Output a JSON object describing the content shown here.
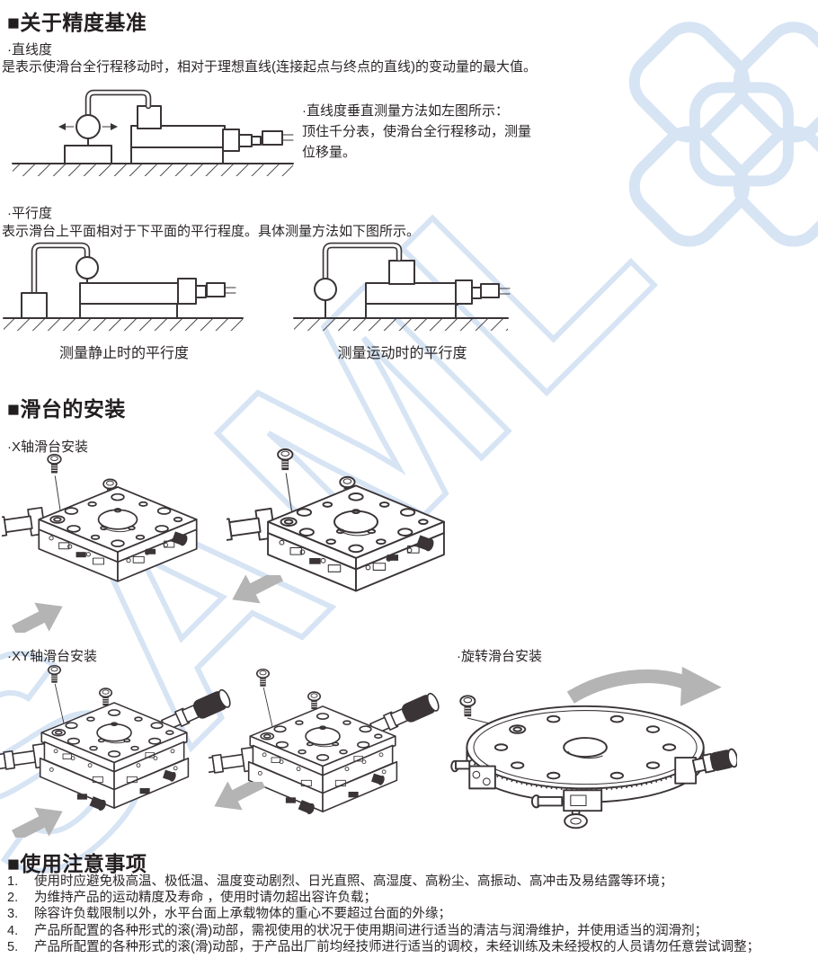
{
  "colors": {
    "ink": "#3a3437",
    "text": "#2a2526",
    "arrow": "#b4b4b4",
    "watermark": "#d6e4f4"
  },
  "watermark_text": "SAML",
  "precision": {
    "title": "■关于精度基准",
    "straightness_label": "·直线度",
    "straightness_desc": "是表示使滑台全行程移动时，相对于理想直线(连接起点与终点的直线)的变动量的最大值。",
    "method_lines": [
      "·直线度垂直测量方法如左图所示：",
      "顶住千分表，使滑台全行程移动，测量",
      "位移量。"
    ],
    "parallelism_label": "·平行度",
    "parallelism_desc": "表示滑台上平面相对于下平面的平行程度。具体测量方法如下图所示。",
    "caption_static": "测量静止时的平行度",
    "caption_moving": "测量运动时的平行度"
  },
  "installation": {
    "title": "■滑台的安装",
    "x_label": "·X轴滑台安装",
    "xy_label": "·XY轴滑台安装",
    "rotary_label": "·旋转滑台安装"
  },
  "notes": {
    "title": "■使用注意事项",
    "items": [
      "使用时应避免极高温、极低温、温度变动剧烈、日光直照、高湿度、高粉尘、高振动、高冲击及易结露等环境；",
      "为维持产品的运动精度及寿命 ，使用时请勿超出容许负载；",
      "除容许负载限制以外，水平台面上承载物体的重心不要超过台面的外缘；",
      "产品所配置的各种形式的滚(滑)动部，需视使用的状况于使用期间进行适当的清洁与润滑维护，并使用适当的润滑剂；",
      "产品所配置的各种形式的滚(滑)动部，于产品出厂前均经技师进行适当的调校，未经训练及未经授权的人员请勿任意尝试调整；"
    ]
  }
}
